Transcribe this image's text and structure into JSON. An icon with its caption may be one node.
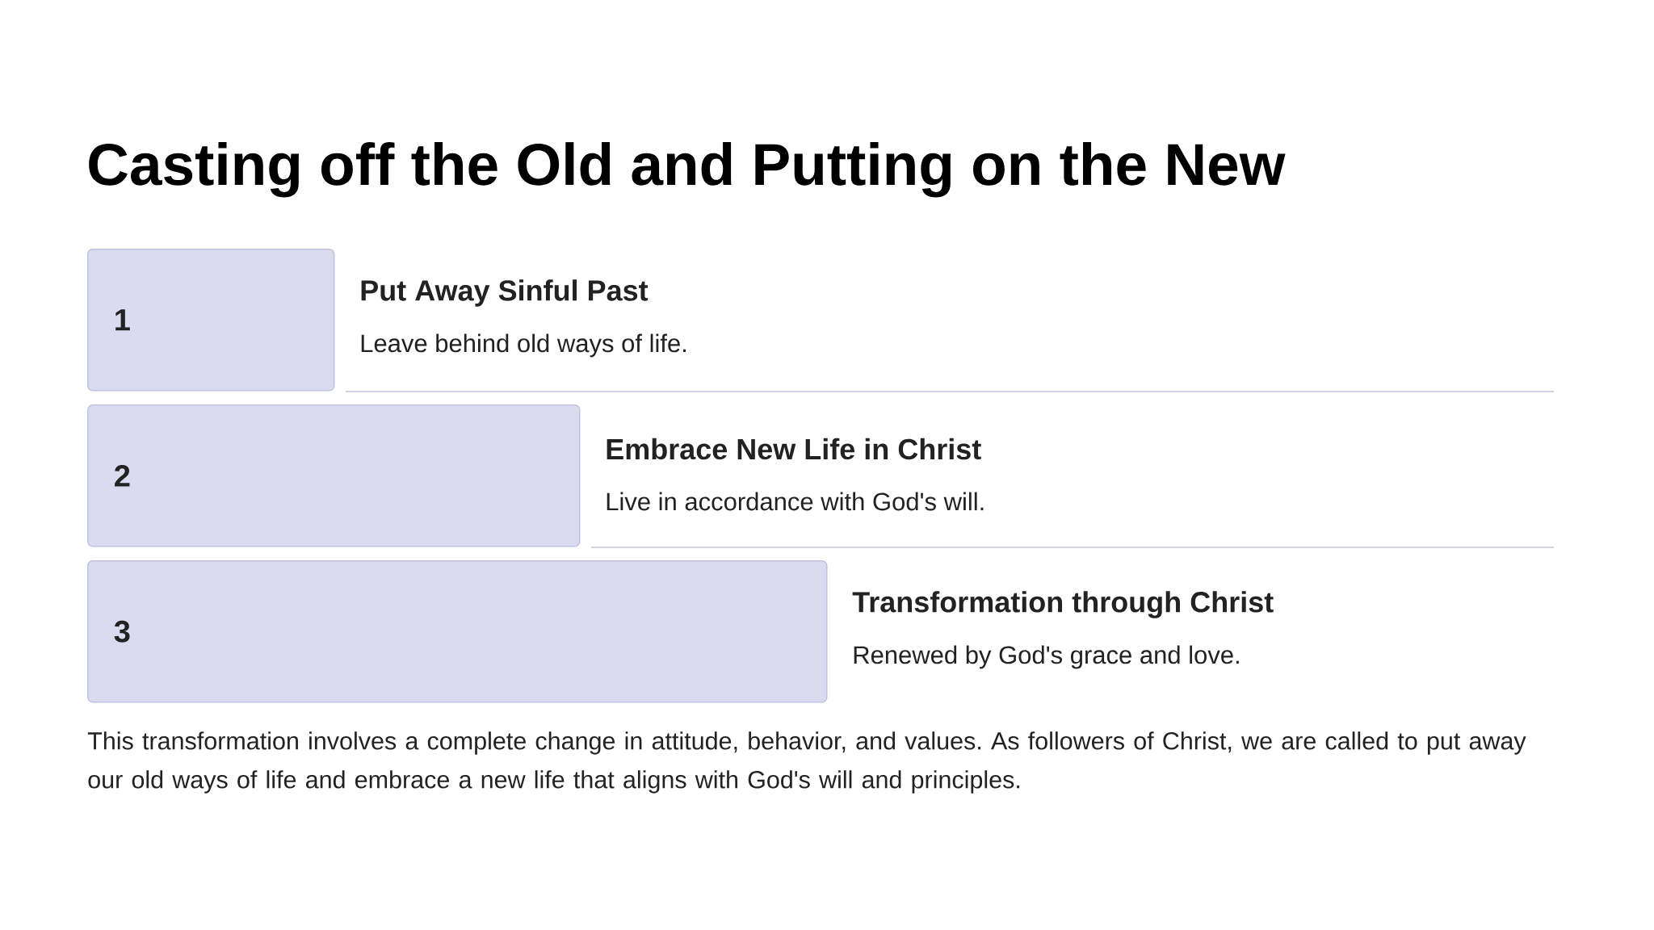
{
  "diagram": {
    "title": "Casting off the Old and Putting on the New",
    "nodes": [
      {
        "text": [
          "1"
        ],
        "beside": [
          "Put Away Sinful Past",
          "Leave behind old ways of life."
        ]
      },
      {
        "text": [
          "2"
        ],
        "beside": [
          "Embrace New Life in Christ",
          "Live in accordance with God's will."
        ]
      },
      {
        "text": [
          "3"
        ],
        "beside": [
          "Transformation through Christ",
          "Renewed by God's grace and love."
        ]
      }
    ],
    "labels": [
      "This transformation involves a complete change in attitude, behavior, and values. As followers of Christ, we are called to put away our old ways of life and embrace a new life that aligns with God's will and principles."
    ]
  }
}
